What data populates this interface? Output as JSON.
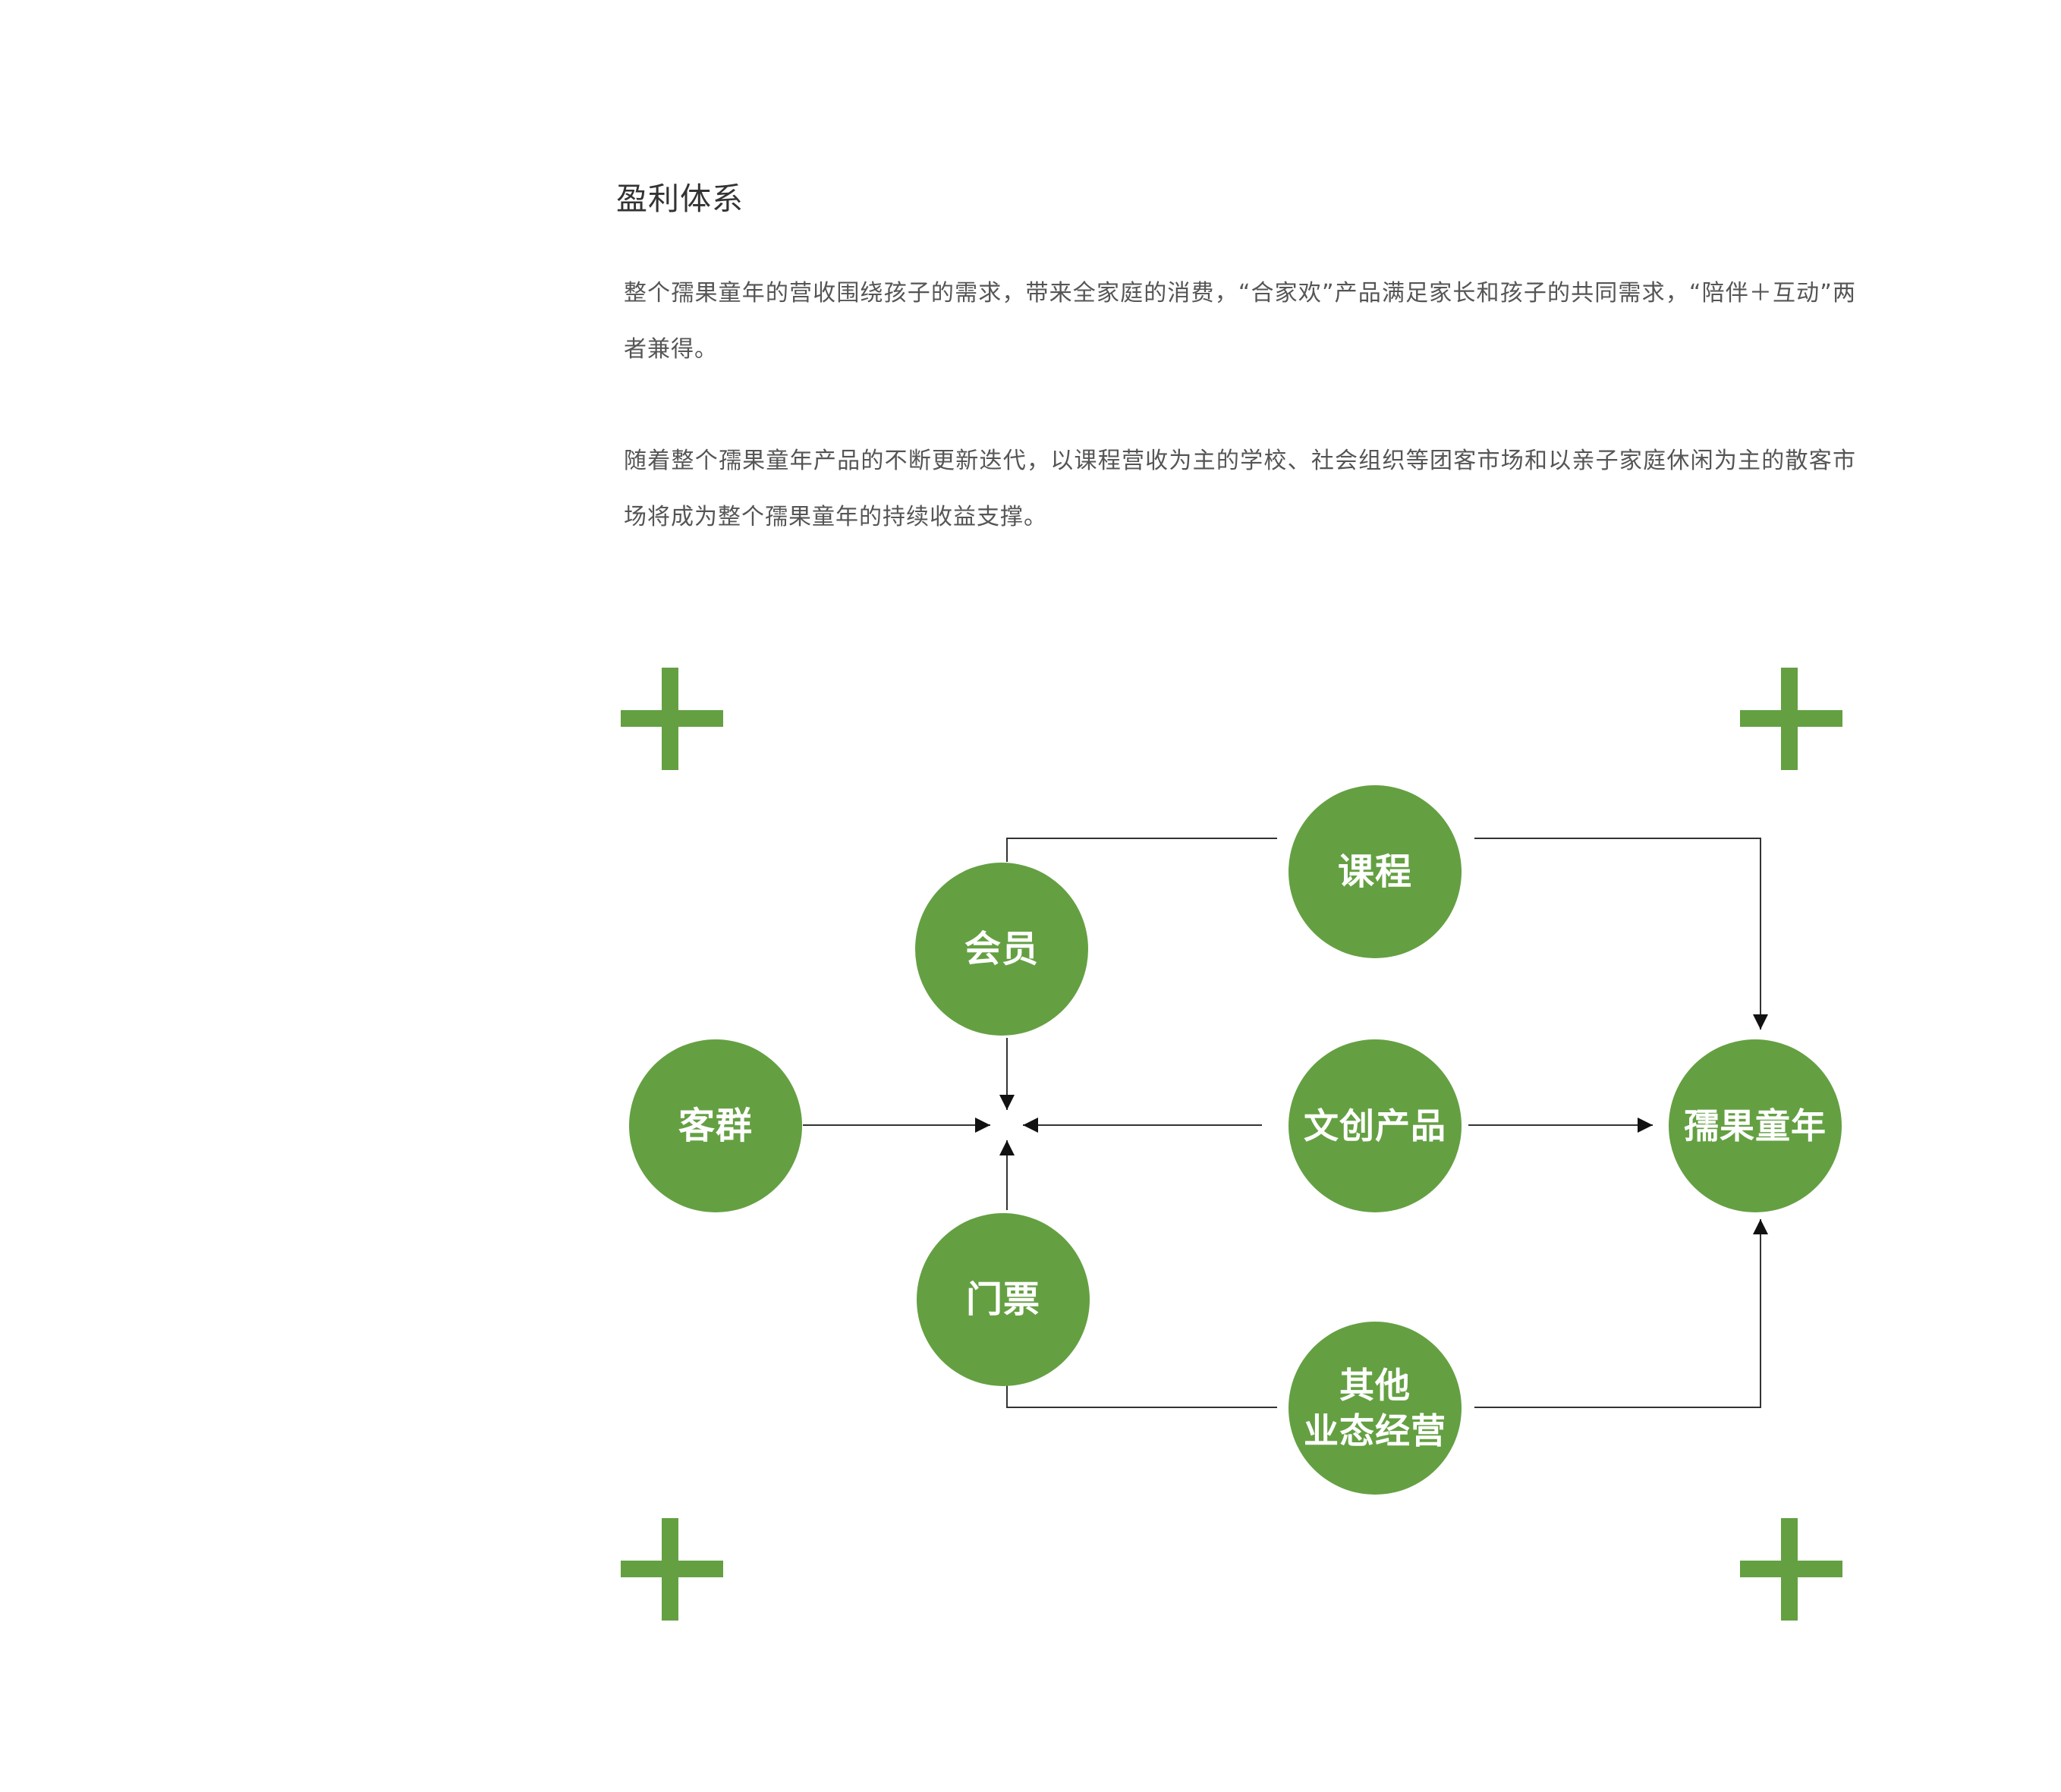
{
  "section": {
    "title": "盈利体系",
    "paragraphs": [
      "整个孺果童年的营收围绕孩子的需求，带来全家庭的消费，“合家欢”产品满足家长和孩子的共同需求，“陪伴＋互动”两者兼得。",
      "随着整个孺果童年产品的不断更新迭代，以课程营收为主的学校、社会组织等团客市场和以亲子家庭休闲为主的散客市场将成为整个孺果童年的持续收益支撑。"
    ]
  },
  "diagram": {
    "accent_color": "#64a042",
    "line_color": "#333333",
    "decorations": [
      "plus-icon",
      "plus-icon",
      "plus-icon",
      "plus-icon"
    ],
    "nodes": {
      "kequn": "客群",
      "huiyuan": "会员",
      "menpiao": "门票",
      "kecheng": "课程",
      "wenchuang": "文创产品",
      "qita_line1": "其他",
      "qita_line2": "业态经营",
      "ruguo": "孺果童年"
    },
    "edges": [
      {
        "from": "客群",
        "to": "hub"
      },
      {
        "from": "会员",
        "to": "hub"
      },
      {
        "from": "门票",
        "to": "hub"
      },
      {
        "from": "文创产品",
        "to": "hub"
      },
      {
        "from": "会员",
        "via": "课程",
        "to": "孺果童年"
      },
      {
        "from": "文创产品",
        "to": "孺果童年"
      },
      {
        "from": "门票",
        "via": "其他业态经营",
        "to": "孺果童年"
      }
    ]
  }
}
